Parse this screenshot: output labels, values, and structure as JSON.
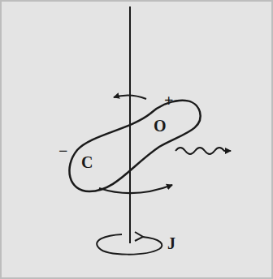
{
  "diagram": {
    "labels": [
      "+",
      "O",
      "−",
      "C",
      "J"
    ]
  }
}
